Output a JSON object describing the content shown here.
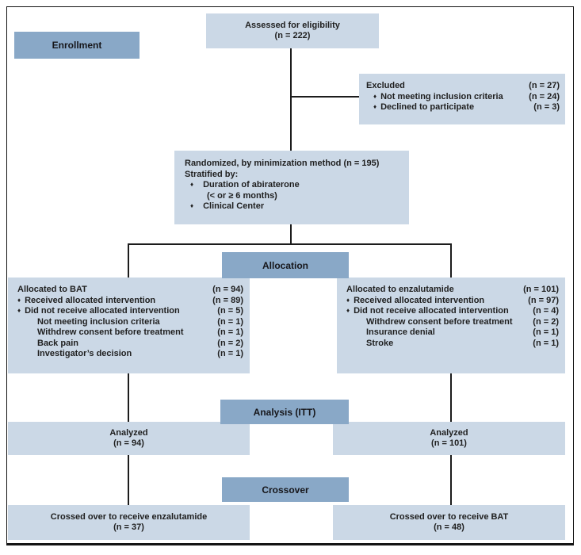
{
  "figure": {
    "type": "consort-flow-diagram",
    "bullet_glyph": "♦",
    "colors": {
      "box_fill": "#cbd8e6",
      "header_fill": "#89a8c7",
      "line": "#1c1c1c",
      "text": "#1f1f1f",
      "frame": "#141414"
    },
    "stages": {
      "enrollment": "Enrollment",
      "allocation": "Allocation",
      "analysis": "Analysis (ITT)",
      "crossover": "Crossover"
    },
    "boxes": {
      "assessed": {
        "lines": [
          "Assessed for eligibility",
          "(n = 222)"
        ]
      },
      "excluded": {
        "rows": [
          {
            "label": "Excluded",
            "n": "(n = 27)",
            "indent": 0,
            "bullet": false
          },
          {
            "label": "Not meeting inclusion criteria",
            "n": "(n = 24)",
            "indent": 1,
            "bullet": true
          },
          {
            "label": "Declined to participate",
            "n": "(n = 3)",
            "indent": 1,
            "bullet": true
          }
        ]
      },
      "randomized": {
        "rows": [
          {
            "label": "Randomized, by minimization method (n = 195)",
            "indent": 0,
            "bullet": false
          },
          {
            "label": "Stratified by:",
            "indent": 0,
            "bullet": false
          },
          {
            "label": "Duration of abiraterone",
            "indent": 1,
            "bullet": true
          },
          {
            "label": "(< or ≥ 6 months)",
            "indent": 2,
            "bullet": false
          },
          {
            "label": "Clinical Center",
            "indent": 1,
            "bullet": true
          }
        ]
      },
      "allocated_bat": {
        "rows": [
          {
            "label": "Allocated to BAT",
            "n": "(n = 94)",
            "indent": 0,
            "bullet": false
          },
          {
            "label": "Received allocated intervention",
            "n": "(n = 89)",
            "indent": 0,
            "bullet": true
          },
          {
            "label": "Did not receive allocated intervention",
            "n": "(n = 5)",
            "indent": 0,
            "bullet": true
          },
          {
            "label": "Not meeting inclusion criteria",
            "n": "(n = 1)",
            "indent": 2,
            "bullet": false
          },
          {
            "label": "Withdrew consent before treatment",
            "n": "(n = 1)",
            "indent": 2,
            "bullet": false
          },
          {
            "label": "Back pain",
            "n": "(n = 2)",
            "indent": 2,
            "bullet": false
          },
          {
            "label": "Investigator’s decision",
            "n": "(n = 1)",
            "indent": 2,
            "bullet": false
          }
        ]
      },
      "allocated_enza": {
        "rows": [
          {
            "label": "Allocated to enzalutamide",
            "n": "(n = 101)",
            "indent": 0,
            "bullet": false
          },
          {
            "label": "Received allocated intervention",
            "n": "(n = 97)",
            "indent": 0,
            "bullet": true
          },
          {
            "label": "Did not receive allocated intervention",
            "n": "(n = 4)",
            "indent": 0,
            "bullet": true
          },
          {
            "label": "Withdrew consent before treatment",
            "n": "(n = 2)",
            "indent": 2,
            "bullet": false
          },
          {
            "label": "Insurance denial",
            "n": "(n = 1)",
            "indent": 2,
            "bullet": false
          },
          {
            "label": "Stroke",
            "n": "(n = 1)",
            "indent": 2,
            "bullet": false
          }
        ]
      },
      "analyzed_bat": {
        "lines": [
          "Analyzed",
          "(n = 94)"
        ]
      },
      "analyzed_enza": {
        "lines": [
          "Analyzed",
          "(n = 101)"
        ]
      },
      "crossover_to_enza": {
        "lines": [
          "Crossed over to receive enzalutamide",
          "(n = 37)"
        ]
      },
      "crossover_to_bat": {
        "lines": [
          "Crossed over to receive BAT",
          "(n = 48)"
        ]
      }
    }
  }
}
